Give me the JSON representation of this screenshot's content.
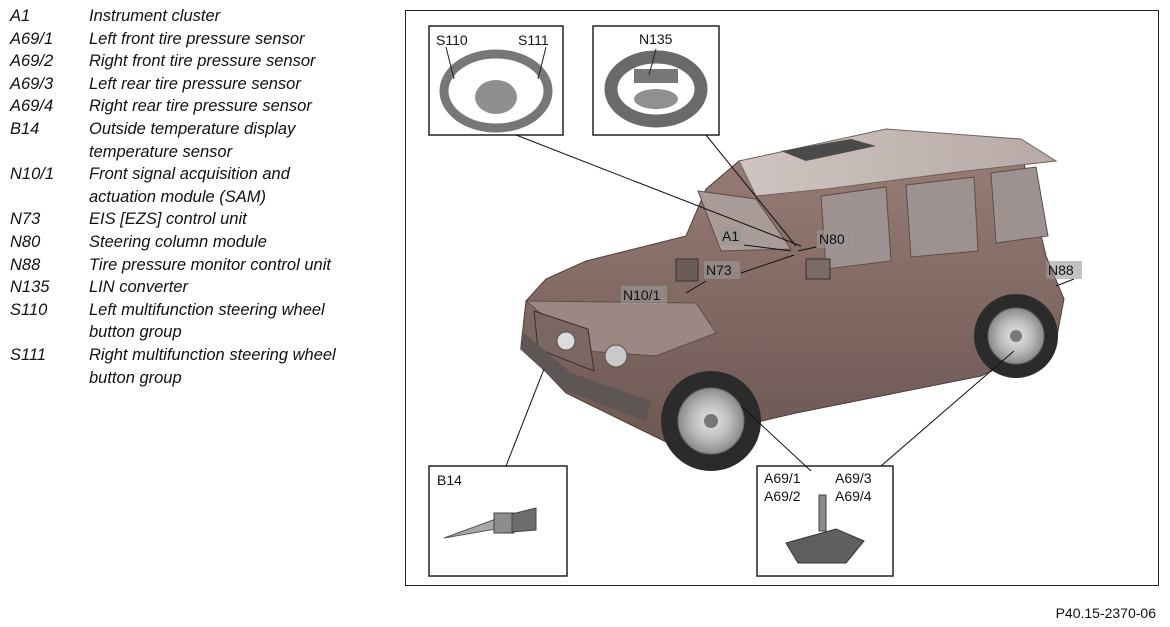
{
  "legend": [
    {
      "code": "A1",
      "desc": "Instrument cluster"
    },
    {
      "code": "A69/1",
      "desc": "Left front tire pressure sensor"
    },
    {
      "code": "A69/2",
      "desc": "Right front tire pressure sensor"
    },
    {
      "code": "A69/3",
      "desc": "Left rear tire pressure sensor"
    },
    {
      "code": "A69/4",
      "desc": "Right rear tire pressure sensor"
    },
    {
      "code": "B14",
      "desc": "Outside temperature display\ntemperature sensor"
    },
    {
      "code": "N10/1",
      "desc": "Front signal acquisition and\nactuation module (SAM)"
    },
    {
      "code": "N73",
      "desc": "EIS [EZS] control unit"
    },
    {
      "code": "N80",
      "desc": "Steering column module"
    },
    {
      "code": "N88",
      "desc": "Tire pressure monitor control unit"
    },
    {
      "code": "N135",
      "desc": "LIN converter"
    },
    {
      "code": "S110",
      "desc": "Left multifunction steering wheel\nbutton group"
    },
    {
      "code": "S111",
      "desc": "Right multifunction steering wheel\nbutton group"
    }
  ],
  "callouts": {
    "s110": "S110",
    "s111": "S111",
    "n135": "N135",
    "a1": "A1",
    "n80": "N80",
    "n73": "N73",
    "n10_1": "N10/1",
    "n88": "N88",
    "b14": "B14",
    "a69_1": "A69/1",
    "a69_2": "A69/2",
    "a69_3": "A69/3",
    "a69_4": "A69/4"
  },
  "figure_id": "P40.15-2370-06"
}
